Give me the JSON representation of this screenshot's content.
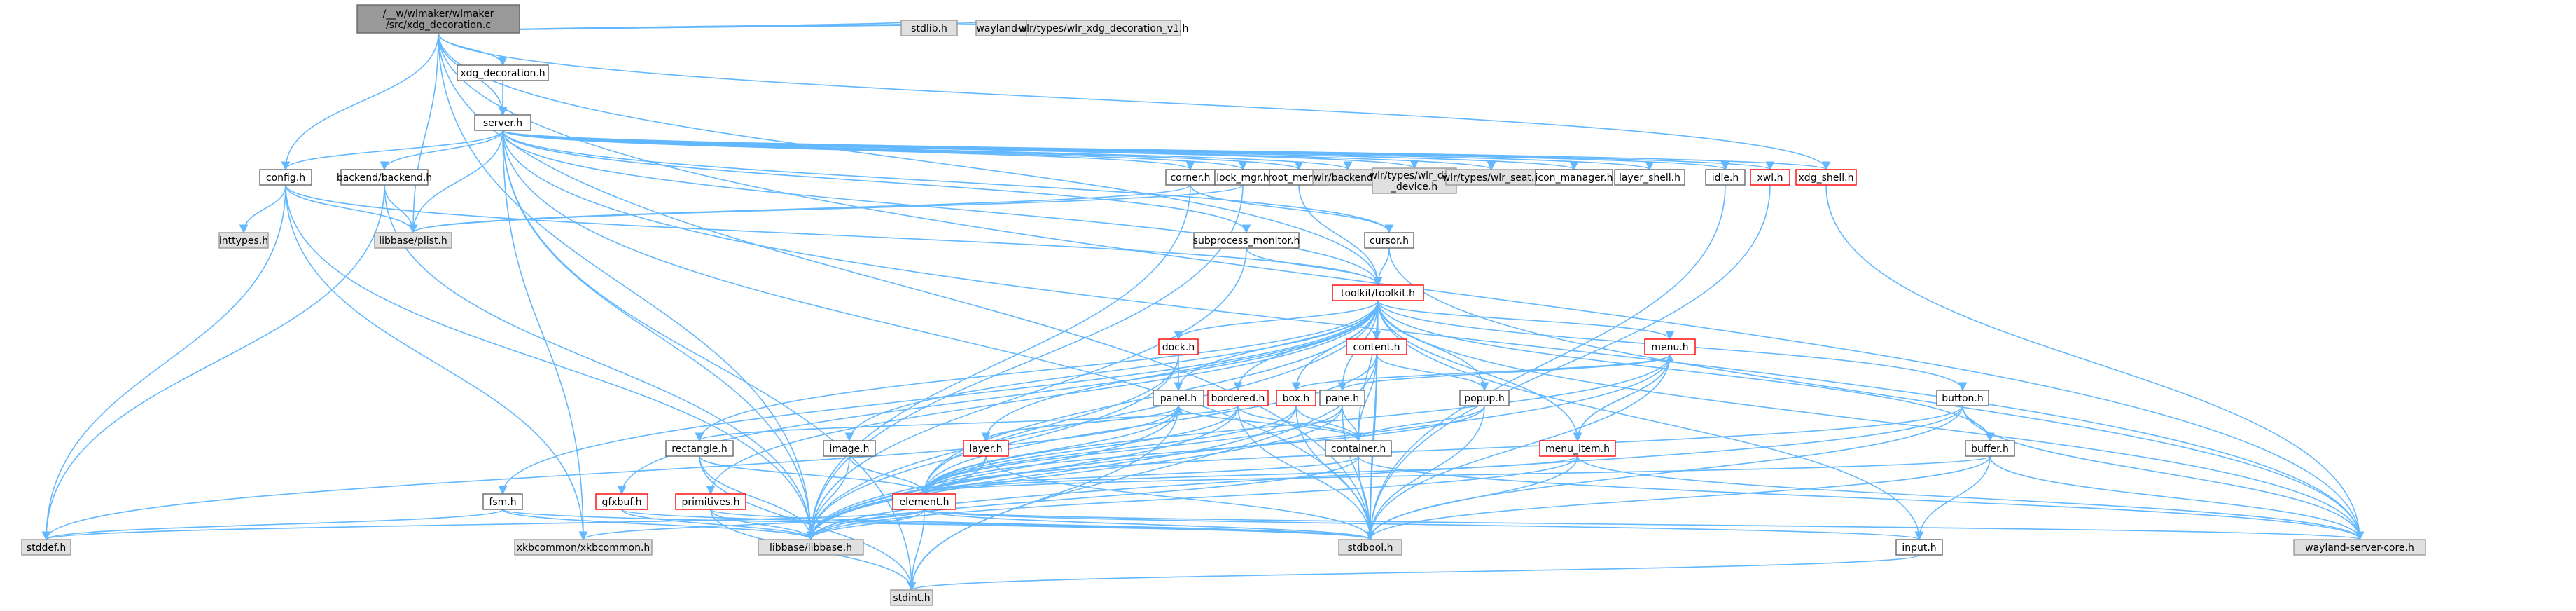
{
  "colors": {
    "edge": "#63b8ff",
    "cycle_edge": "#e05656",
    "root_fill": "#999999",
    "root_stroke": "#666666",
    "node_fill": "#ffffff",
    "node_stroke": "#666666",
    "system_fill": "#e0e0e0",
    "system_stroke": "#999999",
    "incomplete_stroke": "#ff0000"
  },
  "nodes": [
    {
      "id": "root",
      "lines": [
        "/__w/wlmaker/wlmaker",
        "/src/xdg_decoration.c"
      ],
      "kind": "root"
    },
    {
      "id": "stdlib",
      "lines": [
        "stdlib.h"
      ],
      "kind": "system"
    },
    {
      "id": "wayland_util",
      "lines": [
        "wayland-util.h"
      ],
      "kind": "system"
    },
    {
      "id": "wlr_xdg_decoration",
      "lines": [
        "wlr/types/wlr_xdg_decoration_v1.h"
      ],
      "kind": "system"
    },
    {
      "id": "xdg_decoration_h",
      "lines": [
        "xdg_decoration.h"
      ],
      "kind": "normal"
    },
    {
      "id": "server",
      "lines": [
        "server.h"
      ],
      "kind": "normal"
    },
    {
      "id": "config",
      "lines": [
        "config.h"
      ],
      "kind": "normal"
    },
    {
      "id": "backend",
      "lines": [
        "backend/backend.h"
      ],
      "kind": "normal"
    },
    {
      "id": "corner",
      "lines": [
        "corner.h"
      ],
      "kind": "normal"
    },
    {
      "id": "lock_mgr",
      "lines": [
        "lock_mgr.h"
      ],
      "kind": "normal"
    },
    {
      "id": "root_menu",
      "lines": [
        "root_menu.h"
      ],
      "kind": "normal"
    },
    {
      "id": "wlr_backend",
      "lines": [
        "wlr/backend.h"
      ],
      "kind": "system"
    },
    {
      "id": "wlr_data_device",
      "lines": [
        "wlr/types/wlr_data",
        "_device.h"
      ],
      "kind": "system"
    },
    {
      "id": "wlr_seat",
      "lines": [
        "wlr/types/wlr_seat.h"
      ],
      "kind": "system"
    },
    {
      "id": "icon_manager",
      "lines": [
        "icon_manager.h"
      ],
      "kind": "normal"
    },
    {
      "id": "layer_shell",
      "lines": [
        "layer_shell.h"
      ],
      "kind": "normal"
    },
    {
      "id": "idle",
      "lines": [
        "idle.h"
      ],
      "kind": "normal"
    },
    {
      "id": "xwl",
      "lines": [
        "xwl.h"
      ],
      "kind": "incomplete"
    },
    {
      "id": "xdg_shell",
      "lines": [
        "xdg_shell.h"
      ],
      "kind": "incomplete"
    },
    {
      "id": "inttypes",
      "lines": [
        "inttypes.h"
      ],
      "kind": "system"
    },
    {
      "id": "plist",
      "lines": [
        "libbase/plist.h"
      ],
      "kind": "system"
    },
    {
      "id": "subprocess_monitor",
      "lines": [
        "subprocess_monitor.h"
      ],
      "kind": "normal"
    },
    {
      "id": "cursor",
      "lines": [
        "cursor.h"
      ],
      "kind": "normal"
    },
    {
      "id": "toolkit",
      "lines": [
        "toolkit/toolkit.h"
      ],
      "kind": "incomplete"
    },
    {
      "id": "dock",
      "lines": [
        "dock.h"
      ],
      "kind": "incomplete"
    },
    {
      "id": "content",
      "lines": [
        "content.h"
      ],
      "kind": "incomplete"
    },
    {
      "id": "menu",
      "lines": [
        "menu.h"
      ],
      "kind": "incomplete"
    },
    {
      "id": "panel",
      "lines": [
        "panel.h"
      ],
      "kind": "normal"
    },
    {
      "id": "bordered",
      "lines": [
        "bordered.h"
      ],
      "kind": "incomplete"
    },
    {
      "id": "box",
      "lines": [
        "box.h"
      ],
      "kind": "incomplete"
    },
    {
      "id": "pane",
      "lines": [
        "pane.h"
      ],
      "kind": "normal"
    },
    {
      "id": "popup",
      "lines": [
        "popup.h"
      ],
      "kind": "normal"
    },
    {
      "id": "button",
      "lines": [
        "button.h"
      ],
      "kind": "normal"
    },
    {
      "id": "rectangle",
      "lines": [
        "rectangle.h"
      ],
      "kind": "normal"
    },
    {
      "id": "image",
      "lines": [
        "image.h"
      ],
      "kind": "normal"
    },
    {
      "id": "layer",
      "lines": [
        "layer.h"
      ],
      "kind": "incomplete"
    },
    {
      "id": "container",
      "lines": [
        "container.h"
      ],
      "kind": "normal"
    },
    {
      "id": "menu_item",
      "lines": [
        "menu_item.h"
      ],
      "kind": "incomplete"
    },
    {
      "id": "buffer",
      "lines": [
        "buffer.h"
      ],
      "kind": "normal"
    },
    {
      "id": "fsm",
      "lines": [
        "fsm.h"
      ],
      "kind": "normal"
    },
    {
      "id": "gfxbuf",
      "lines": [
        "gfxbuf.h"
      ],
      "kind": "incomplete"
    },
    {
      "id": "primitives",
      "lines": [
        "primitives.h"
      ],
      "kind": "incomplete"
    },
    {
      "id": "element",
      "lines": [
        "element.h"
      ],
      "kind": "incomplete"
    },
    {
      "id": "stddef",
      "lines": [
        "stddef.h"
      ],
      "kind": "system"
    },
    {
      "id": "xkbcommon",
      "lines": [
        "xkbcommon/xkbcommon.h"
      ],
      "kind": "system"
    },
    {
      "id": "libbase",
      "lines": [
        "libbase/libbase.h"
      ],
      "kind": "system"
    },
    {
      "id": "stdbool",
      "lines": [
        "stdbool.h"
      ],
      "kind": "system"
    },
    {
      "id": "input",
      "lines": [
        "input.h"
      ],
      "kind": "normal"
    },
    {
      "id": "wayland_server_core",
      "lines": [
        "wayland-server-core.h"
      ],
      "kind": "system"
    },
    {
      "id": "stdint",
      "lines": [
        "stdint.h"
      ],
      "kind": "system"
    }
  ],
  "edges": [
    [
      "root",
      "stdlib"
    ],
    [
      "root",
      "wayland_util"
    ],
    [
      "root",
      "wlr_xdg_decoration"
    ],
    [
      "root",
      "xdg_decoration_h"
    ],
    [
      "root",
      "server"
    ],
    [
      "root",
      "config"
    ],
    [
      "root",
      "toolkit"
    ],
    [
      "root",
      "xdg_shell"
    ],
    [
      "root",
      "plist"
    ],
    [
      "root",
      "libbase"
    ],
    [
      "root",
      "stdbool"
    ],
    [
      "root",
      "wayland_server_core"
    ],
    [
      "xdg_decoration_h",
      "server"
    ],
    [
      "server",
      "config"
    ],
    [
      "server",
      "backend"
    ],
    [
      "server",
      "corner"
    ],
    [
      "server",
      "lock_mgr"
    ],
    [
      "server",
      "root_menu"
    ],
    [
      "server",
      "wlr_backend"
    ],
    [
      "server",
      "wlr_data_device"
    ],
    [
      "server",
      "wlr_seat"
    ],
    [
      "server",
      "icon_manager"
    ],
    [
      "server",
      "layer_shell"
    ],
    [
      "server",
      "idle"
    ],
    [
      "server",
      "xwl"
    ],
    [
      "server",
      "xdg_shell"
    ],
    [
      "server",
      "cursor"
    ],
    [
      "server",
      "subprocess_monitor"
    ],
    [
      "server",
      "toolkit"
    ],
    [
      "server",
      "plist"
    ],
    [
      "server",
      "libbase"
    ],
    [
      "server",
      "stdbool"
    ],
    [
      "server",
      "wayland_server_core"
    ],
    [
      "server",
      "stdint"
    ],
    [
      "server",
      "xkbcommon"
    ],
    [
      "config",
      "inttypes"
    ],
    [
      "config",
      "plist"
    ],
    [
      "config",
      "stddef"
    ],
    [
      "config",
      "libbase"
    ],
    [
      "config",
      "toolkit"
    ],
    [
      "config",
      "xkbcommon"
    ],
    [
      "backend",
      "plist"
    ],
    [
      "backend",
      "stddef"
    ],
    [
      "backend",
      "libbase"
    ],
    [
      "corner",
      "cursor"
    ],
    [
      "corner",
      "plist"
    ],
    [
      "corner",
      "libbase"
    ],
    [
      "lock_mgr",
      "plist"
    ],
    [
      "lock_mgr",
      "libbase"
    ],
    [
      "root_menu",
      "toolkit"
    ],
    [
      "subprocess_monitor",
      "toolkit"
    ],
    [
      "subprocess_monitor",
      "libbase"
    ],
    [
      "idle",
      "stdbool"
    ],
    [
      "xwl",
      "stdbool"
    ],
    [
      "xdg_shell",
      "wayland_server_core"
    ],
    [
      "cursor",
      "toolkit"
    ],
    [
      "cursor",
      "wayland_server_core"
    ],
    [
      "toolkit",
      "dock"
    ],
    [
      "toolkit",
      "content"
    ],
    [
      "toolkit",
      "menu"
    ],
    [
      "toolkit",
      "panel"
    ],
    [
      "toolkit",
      "bordered"
    ],
    [
      "toolkit",
      "box"
    ],
    [
      "toolkit",
      "pane"
    ],
    [
      "toolkit",
      "popup"
    ],
    [
      "toolkit",
      "button"
    ],
    [
      "toolkit",
      "rectangle"
    ],
    [
      "toolkit",
      "image"
    ],
    [
      "toolkit",
      "layer"
    ],
    [
      "toolkit",
      "container"
    ],
    [
      "toolkit",
      "menu_item"
    ],
    [
      "toolkit",
      "buffer"
    ],
    [
      "toolkit",
      "fsm"
    ],
    [
      "toolkit",
      "gfxbuf"
    ],
    [
      "toolkit",
      "primitives"
    ],
    [
      "toolkit",
      "element"
    ],
    [
      "toolkit",
      "input"
    ],
    [
      "toolkit",
      "libbase"
    ],
    [
      "toolkit",
      "stdbool"
    ],
    [
      "toolkit",
      "wayland_server_core"
    ],
    [
      "dock",
      "panel"
    ],
    [
      "dock",
      "element"
    ],
    [
      "dock",
      "libbase"
    ],
    [
      "content",
      "element"
    ],
    [
      "content",
      "container"
    ],
    [
      "content",
      "stdint"
    ],
    [
      "content",
      "popup"
    ],
    [
      "content",
      "stdbool"
    ],
    [
      "menu",
      "box"
    ],
    [
      "menu",
      "menu_item"
    ],
    [
      "menu",
      "pane"
    ],
    [
      "menu",
      "element"
    ],
    [
      "menu",
      "stdbool"
    ],
    [
      "menu",
      "libbase"
    ],
    [
      "panel",
      "layer"
    ],
    [
      "panel",
      "element"
    ],
    [
      "panel",
      "container"
    ],
    [
      "panel",
      "stdint"
    ],
    [
      "panel",
      "stddef"
    ],
    [
      "panel",
      "libbase"
    ],
    [
      "bordered",
      "container"
    ],
    [
      "bordered",
      "element"
    ],
    [
      "bordered",
      "rectangle"
    ],
    [
      "bordered",
      "stdbool"
    ],
    [
      "bordered",
      "libbase"
    ],
    [
      "box",
      "container"
    ],
    [
      "box",
      "element"
    ],
    [
      "box",
      "libbase"
    ],
    [
      "box",
      "stdbool"
    ],
    [
      "pane",
      "container"
    ],
    [
      "pane",
      "element"
    ],
    [
      "pane",
      "stdbool"
    ],
    [
      "pane",
      "libbase"
    ],
    [
      "popup",
      "container"
    ],
    [
      "popup",
      "element"
    ],
    [
      "popup",
      "stdbool"
    ],
    [
      "button",
      "buffer"
    ],
    [
      "button",
      "element"
    ],
    [
      "button",
      "stdbool"
    ],
    [
      "button",
      "libbase"
    ],
    [
      "button",
      "wayland_server_core"
    ],
    [
      "rectangle",
      "element"
    ],
    [
      "rectangle",
      "stdint"
    ],
    [
      "rectangle",
      "libbase"
    ],
    [
      "image",
      "element"
    ],
    [
      "image",
      "libbase"
    ],
    [
      "layer",
      "element"
    ],
    [
      "layer",
      "panel"
    ],
    [
      "layer",
      "libbase"
    ],
    [
      "layer",
      "stdbool"
    ],
    [
      "container",
      "element"
    ],
    [
      "container",
      "stdbool"
    ],
    [
      "container",
      "wayland_server_core"
    ],
    [
      "container",
      "libbase"
    ],
    [
      "menu_item",
      "element"
    ],
    [
      "menu_item",
      "menu"
    ],
    [
      "menu_item",
      "stdbool"
    ],
    [
      "menu_item",
      "libbase"
    ],
    [
      "menu_item",
      "wayland_server_core"
    ],
    [
      "buffer",
      "element"
    ],
    [
      "buffer",
      "input"
    ],
    [
      "buffer",
      "stdbool"
    ],
    [
      "buffer",
      "wayland_server_core"
    ],
    [
      "fsm",
      "stdbool"
    ],
    [
      "fsm",
      "stddef"
    ],
    [
      "fsm",
      "libbase"
    ],
    [
      "gfxbuf",
      "libbase"
    ],
    [
      "gfxbuf",
      "stdbool"
    ],
    [
      "primitives",
      "libbase"
    ],
    [
      "primitives",
      "stdint"
    ],
    [
      "primitives",
      "stdbool"
    ],
    [
      "element",
      "libbase"
    ],
    [
      "element",
      "stdbool"
    ],
    [
      "element",
      "stdint"
    ],
    [
      "element",
      "wayland_server_core"
    ],
    [
      "element",
      "xkbcommon"
    ],
    [
      "element",
      "input"
    ],
    [
      "element",
      "stddef"
    ],
    [
      "input",
      "stdint"
    ]
  ]
}
